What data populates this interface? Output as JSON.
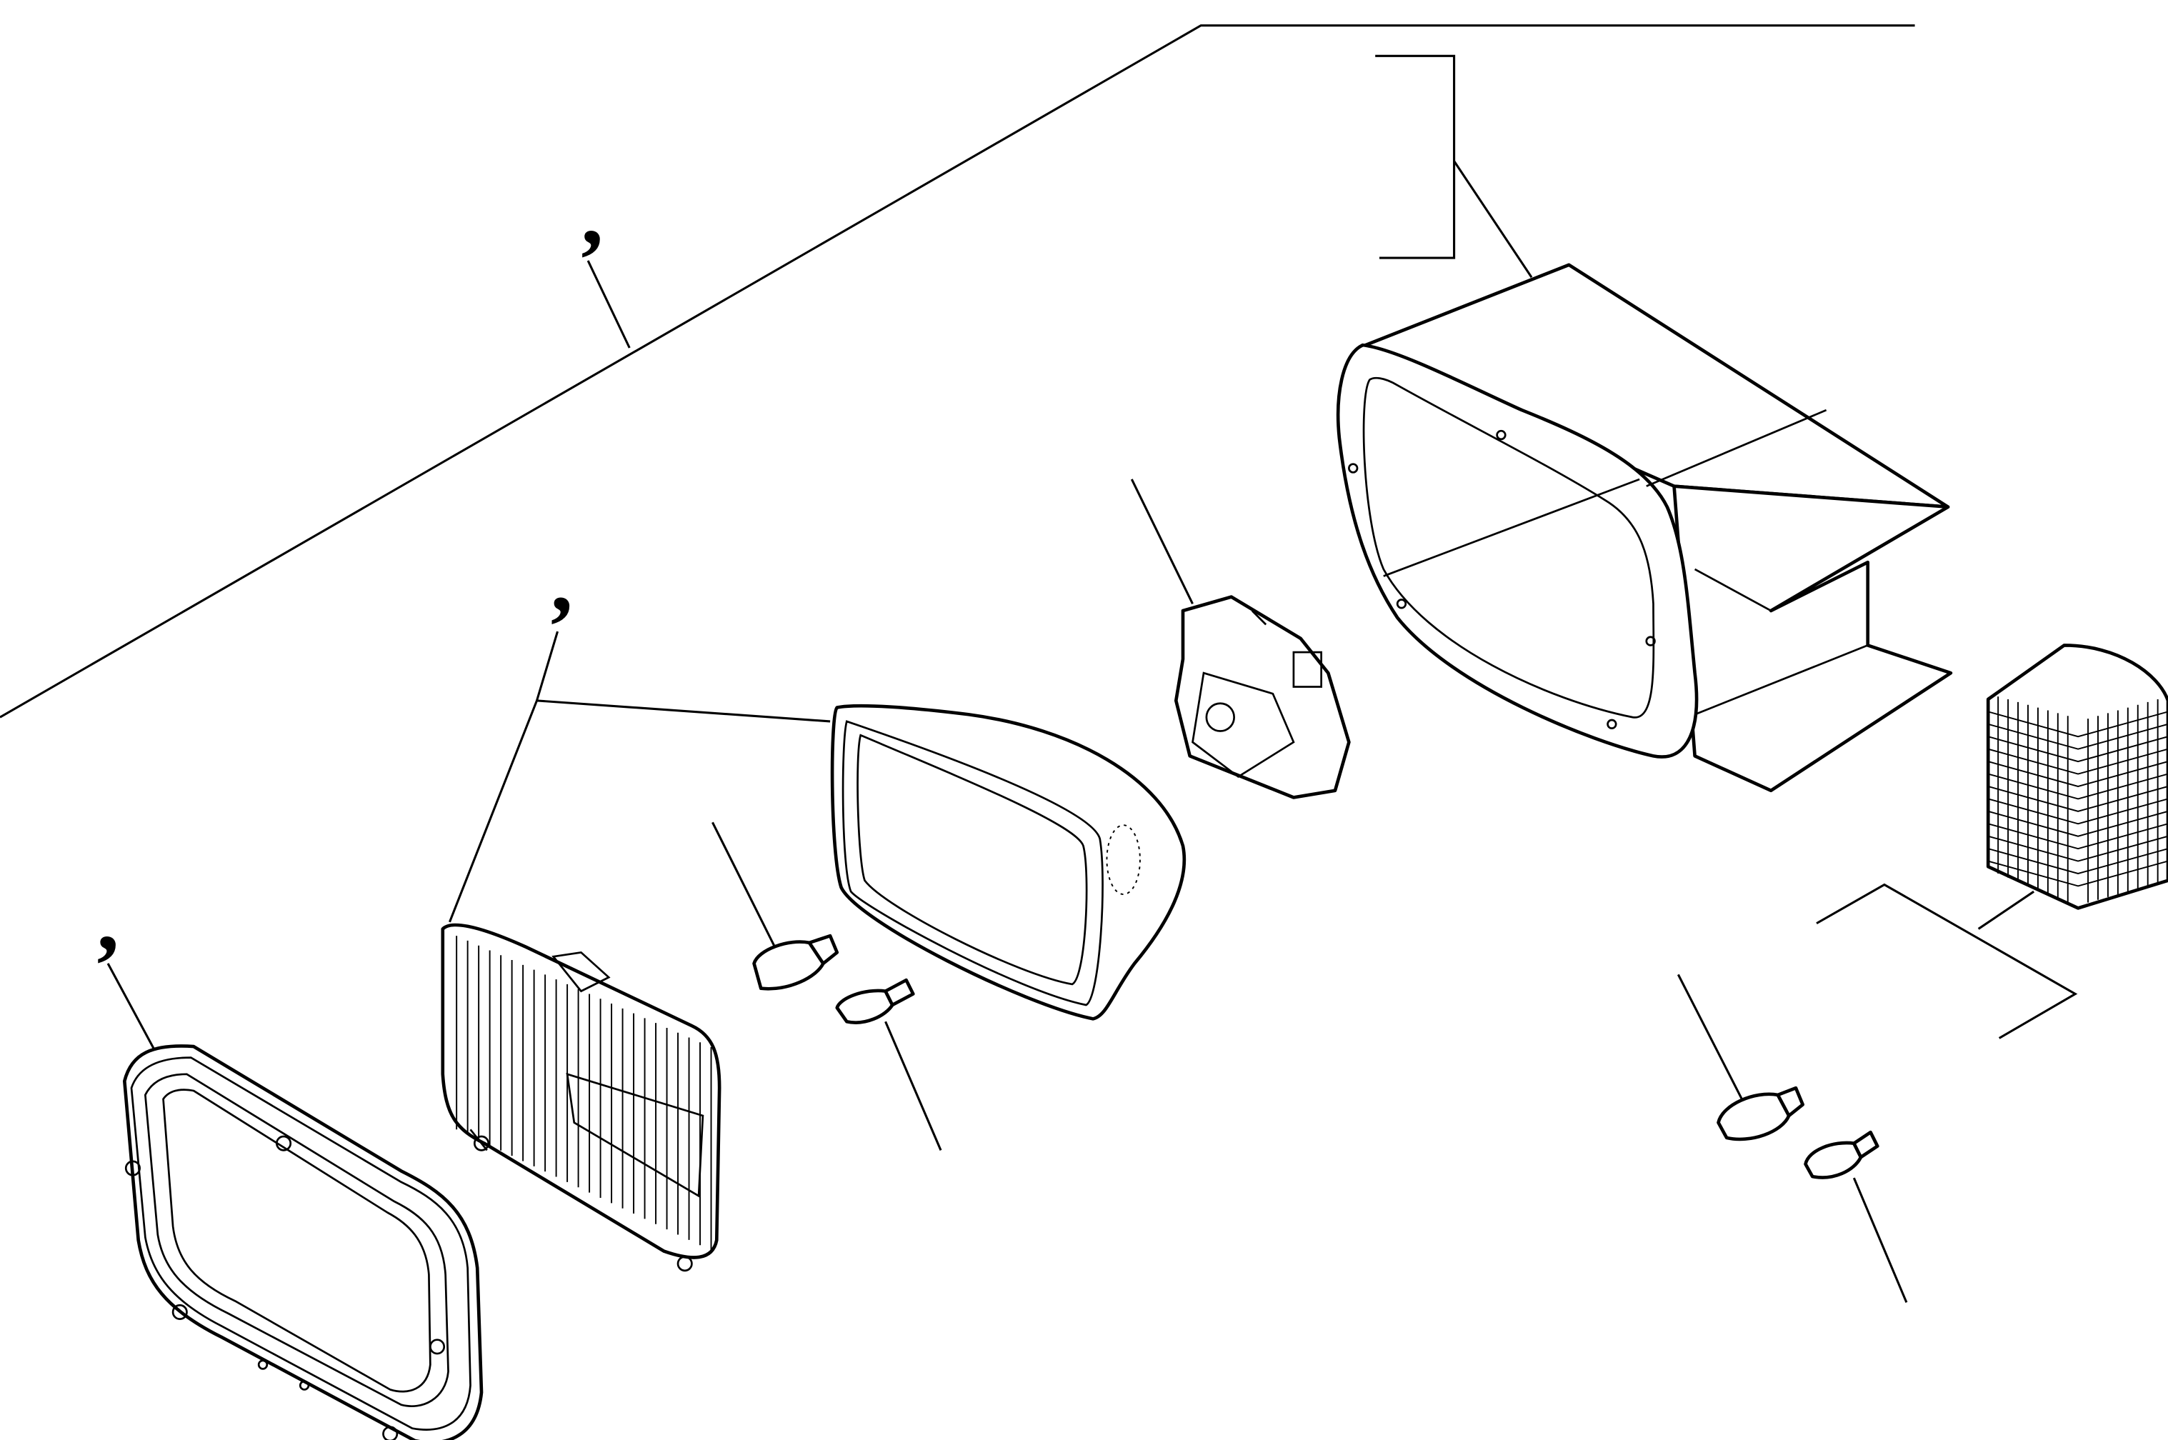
{
  "callouts": [
    {
      "id": "assembly",
      "text": ","
    },
    {
      "id": "lens",
      "text": ","
    },
    {
      "id": "bezel",
      "text": ","
    }
  ]
}
